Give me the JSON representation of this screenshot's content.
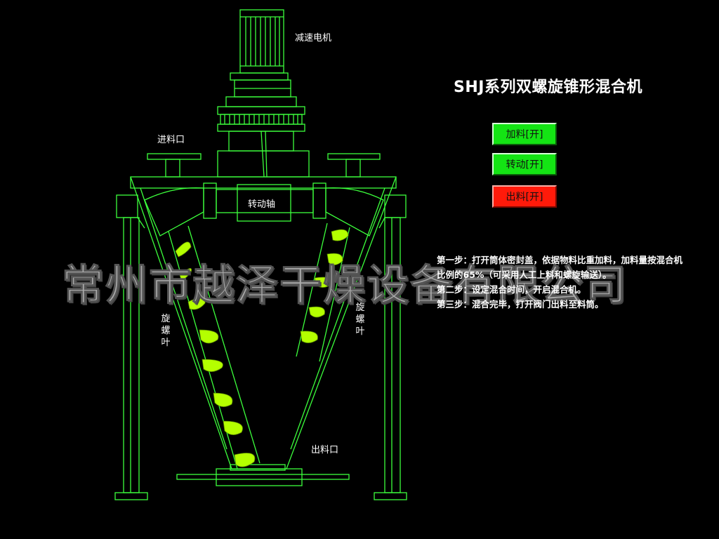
{
  "title": "SHJ系列双螺旋锥形混合机",
  "labels": {
    "motor": "减速电机",
    "inlet": "进料口",
    "shaft": "转动轴",
    "screw_left": "旋螺叶",
    "screw_right": "旋螺叶",
    "outlet": "出料口"
  },
  "buttons": {
    "feed": "加料[开]",
    "rotate": "转动[开]",
    "discharge": "出料[开]"
  },
  "steps": {
    "line1": "第一步：打开筒体密封盖，依据物料比重加料，加料量按混合机",
    "line2": "比例的65%（可采用人工上料和螺旋输送）。",
    "line3": "第二步：设定混合时间，开启混合机。",
    "line4": "第三步：混合完毕，打开阀门出料至料筒。"
  },
  "watermark": "常州市越泽干燥设备有限公司",
  "colors": {
    "outline": "#3cff3c",
    "screw": "#b4ff00",
    "button_on": "#14e414",
    "button_red": "#ff1a0a"
  }
}
